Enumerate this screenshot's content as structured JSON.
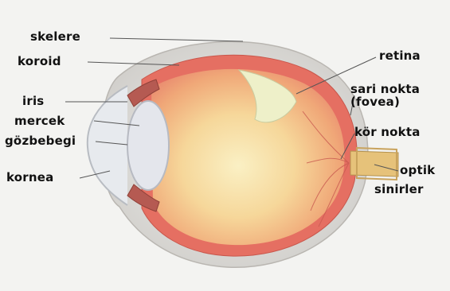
{
  "labels": {
    "skelere": "skelere",
    "koroid": "koroid",
    "iris": "iris",
    "mercek": "mercek",
    "gozbebegi": "gözbebegi",
    "kornea": "kornea",
    "retina": "retina",
    "sari_nokta_line1": "sari nokta",
    "sari_nokta_line2": "(fovea)",
    "kor_nokta": "kör nokta",
    "optik_line1": "optik",
    "optik_line2": "sinirler"
  },
  "colors": {
    "background": "#f3f3f1",
    "sclera": "#d9d7d3",
    "choroid": "#e8776a",
    "retina_fill": "#f2b07a",
    "vitreous_core": "#f8e9b6",
    "lens": "#e9ebf0",
    "leader_line": "#555555"
  }
}
